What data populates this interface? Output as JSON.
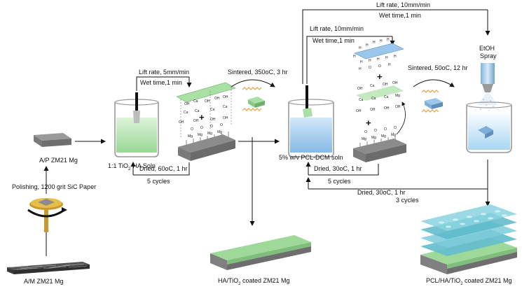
{
  "labels": {
    "am_mg": "A/M ZM21 Mg",
    "polishing": "Polishing, 1200 grit SiC Paper",
    "ap_mg": "A/P ZM21 Mg",
    "soln1": "1:1 TiO",
    "soln1_sub": "2",
    "soln1_tail": "-HA Soln",
    "lift1": "Lift rate, 5mm/min",
    "wet1": "Wet time,1 min",
    "dried1": "Dried, 60",
    "dried1_unit": "oC, 1 hr",
    "cycles1": "5 cycles",
    "sinter1": "Sintered, 350",
    "sinter1_unit": "oC, 3 hr",
    "soln2": "5% w/v PCL-DCM soln",
    "lift2": "Lift rate, 10mm/min",
    "wet2": "Wet time,1 min",
    "dried2": "Dried, 30",
    "dried2_unit": "oC, 1 hr",
    "cycles2": "5 cycles",
    "sinter2": "Sintered, 50",
    "sinter2_unit": "oC, 12 hr",
    "lift3": "Lift rate, 10mm/min",
    "wet3": "Wet time,1 min",
    "spray_line1": "EtOH",
    "spray_line2": "Spray",
    "dried3": "Dried, 30",
    "dried3_unit": "oC, 1 hr",
    "cycles3": "3 cycles",
    "ha_coated": "HA/TiO",
    "ha_coated_sub": "2",
    "ha_coated_tail": " coated  ZM21 Mg",
    "pcl_coated": "PCL/HA/TiO",
    "pcl_coated_sub": "2",
    "pcl_coated_tail": " coated  ZM21 Mg"
  },
  "molecular": {
    "plus": "+",
    "mg": "Mg",
    "o": "O",
    "oh": "OH",
    "ca": "Ca",
    "h": "H"
  },
  "colors": {
    "substrate_gray": "#8c8c8c",
    "ha_green": "#9ed99a",
    "pcl_blue": "#9cc7ec",
    "layer_teal": "#5ab8c8",
    "arrow": "#111111",
    "heater_orange": "#e8a13a"
  }
}
